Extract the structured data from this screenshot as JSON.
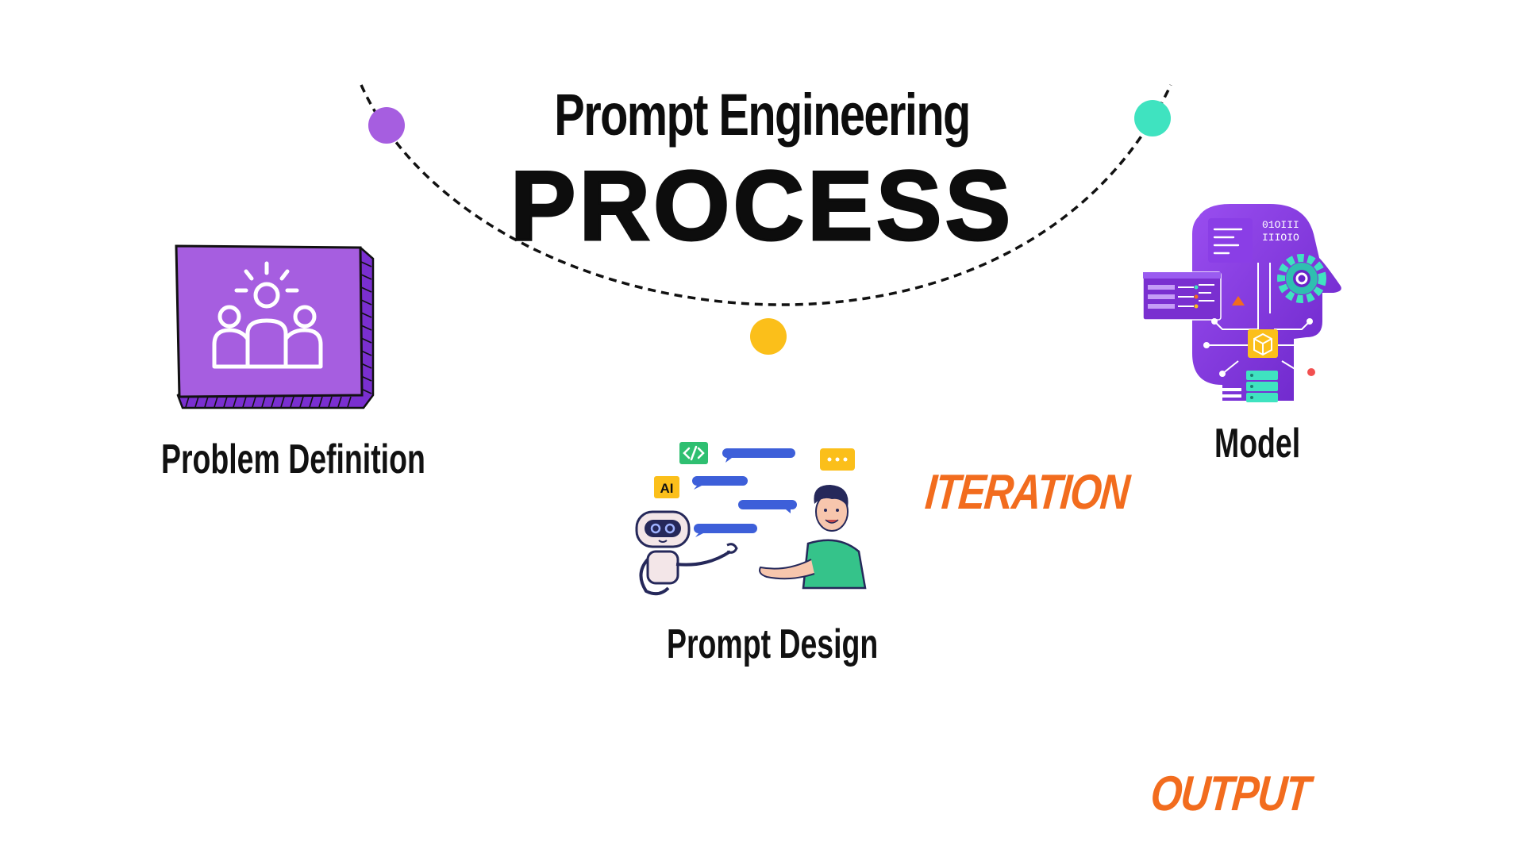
{
  "title": {
    "line1": "Prompt Engineering",
    "line2": "PROCESS"
  },
  "steps": [
    {
      "label": "Problem Definition",
      "icon": "team-idea-icon"
    },
    {
      "label": "Prompt Design",
      "icon": "robot-human-chat-illustration"
    },
    {
      "label": "Model",
      "icon": "ai-head-circuit-illustration"
    }
  ],
  "annotations": {
    "iteration": "ITERATION",
    "output": "OUTPUT"
  },
  "badges": {
    "ai": "AI"
  },
  "colors": {
    "purple": "#a65ee0",
    "purple_dark": "#7a2fd0",
    "teal": "#3fe3c0",
    "yellow": "#fbbf1a",
    "orange": "#f26c1e",
    "ink": "#111111"
  }
}
